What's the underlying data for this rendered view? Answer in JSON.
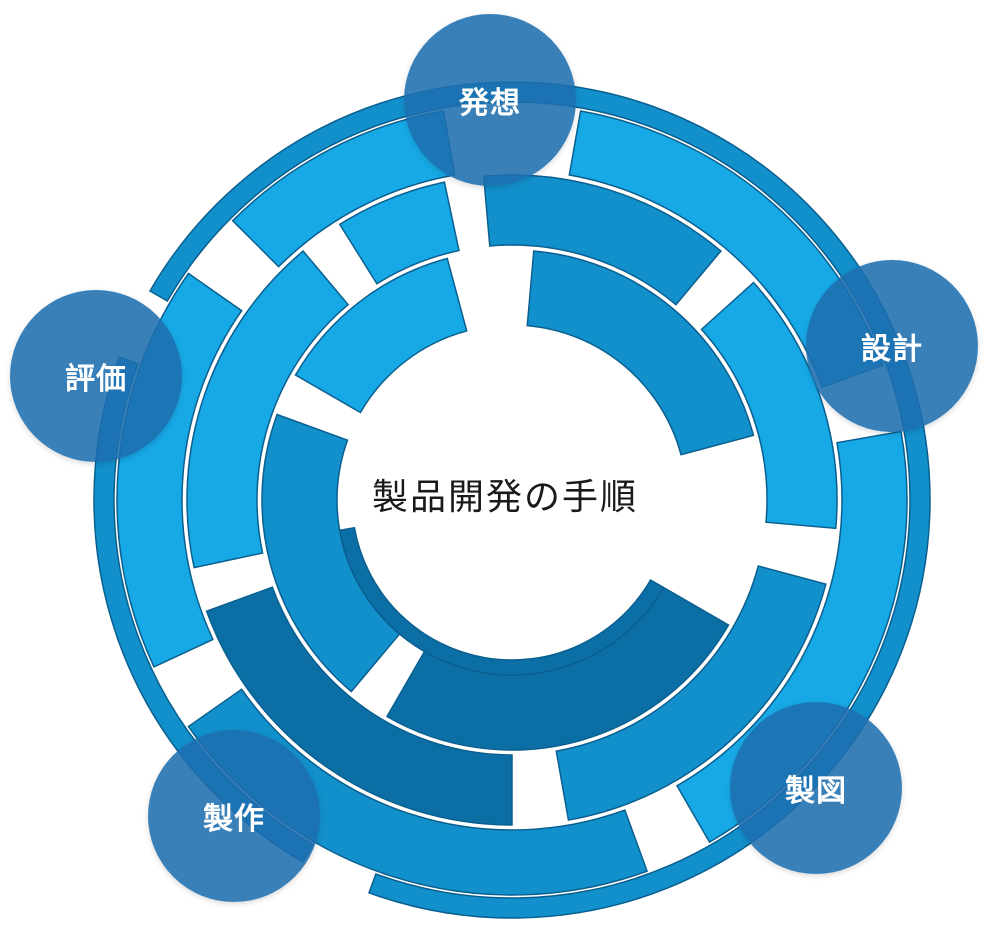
{
  "center": {
    "title": "製品開発の手順"
  },
  "steps": [
    {
      "label": "発想"
    },
    {
      "label": "設計"
    },
    {
      "label": "製図"
    },
    {
      "label": "製作"
    },
    {
      "label": "評価"
    }
  ],
  "colors": {
    "ring_light": "#17a9e6",
    "ring_mid": "#1290cc",
    "ring_dark": "#0b6fa6",
    "node_fill": "#1e6eaf",
    "node_text": "#ffffff",
    "title_text": "#1a1a1a"
  }
}
